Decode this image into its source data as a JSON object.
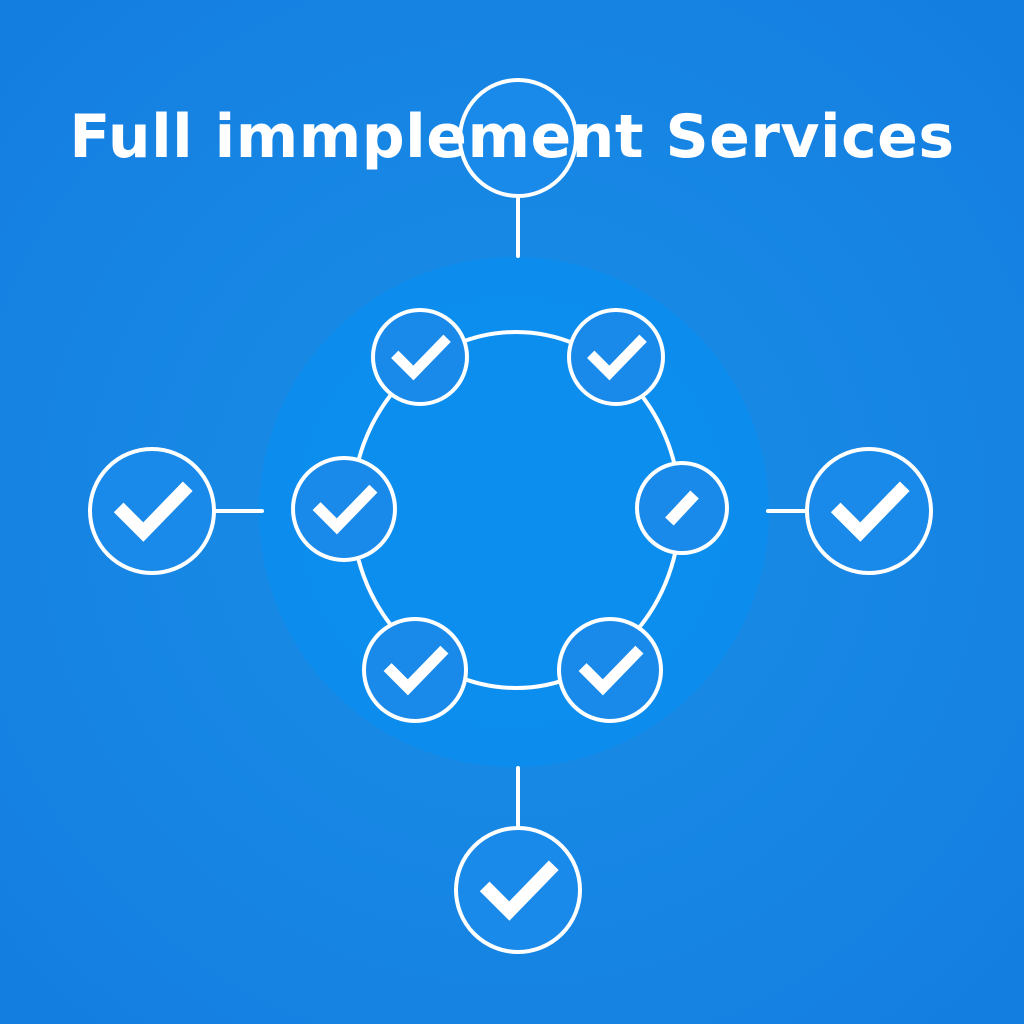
{
  "title": "Full immplement Services",
  "colors": {
    "background": "#1787e4",
    "halo": "#0a8ef0",
    "node_fill": "#1a8aea",
    "stroke": "#ffffff"
  },
  "nodes": [
    {
      "id": "top",
      "icon": "circle-icon"
    },
    {
      "id": "left",
      "icon": "check-icon"
    },
    {
      "id": "right",
      "icon": "check-icon"
    },
    {
      "id": "bottom",
      "icon": "check-icon"
    },
    {
      "id": "ring-top-left",
      "icon": "check-icon"
    },
    {
      "id": "ring-top-right",
      "icon": "check-icon"
    },
    {
      "id": "ring-left",
      "icon": "check-icon"
    },
    {
      "id": "ring-right",
      "icon": "slash-icon"
    },
    {
      "id": "ring-bottom-left",
      "icon": "check-icon"
    },
    {
      "id": "ring-bottom-right",
      "icon": "check-icon"
    }
  ]
}
